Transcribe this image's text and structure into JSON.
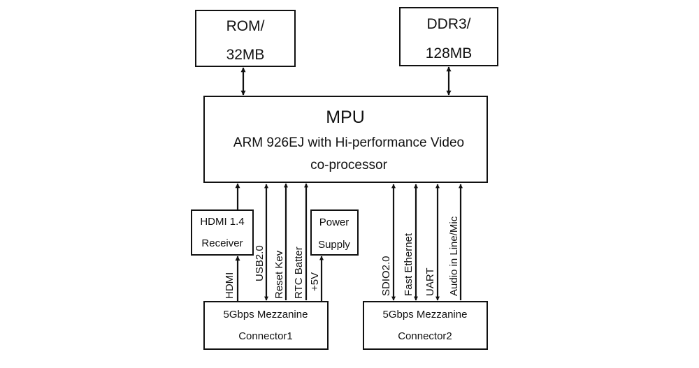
{
  "blocks": {
    "rom": {
      "line1": "ROM/",
      "line2": "32MB"
    },
    "ddr": {
      "line1": "DDR3/",
      "line2": "128MB"
    },
    "mpu": {
      "title": "MPU",
      "line1": "ARM 926EJ with Hi-performance Video",
      "line2": "co-processor"
    },
    "hdmi_rx": {
      "line1": "HDMI 1.4",
      "line2": "Receiver"
    },
    "power": {
      "line1": "Power",
      "line2": "Supply"
    },
    "conn1": {
      "line1": "5Gbps Mezzanine",
      "line2": "Connector1"
    },
    "conn2": {
      "line1": "5Gbps Mezzanine",
      "line2": "Connector2"
    }
  },
  "signals": {
    "hdmi": "HDMI",
    "usb": "USB2.0",
    "reset": "Reset Kev",
    "rtc": "RTC Batter",
    "power5v": "+5V",
    "sdio": "SDIO2.0",
    "ethernet": "Fast Ethernet",
    "uart": "UART",
    "audio": "Audio in Line/Mic"
  }
}
